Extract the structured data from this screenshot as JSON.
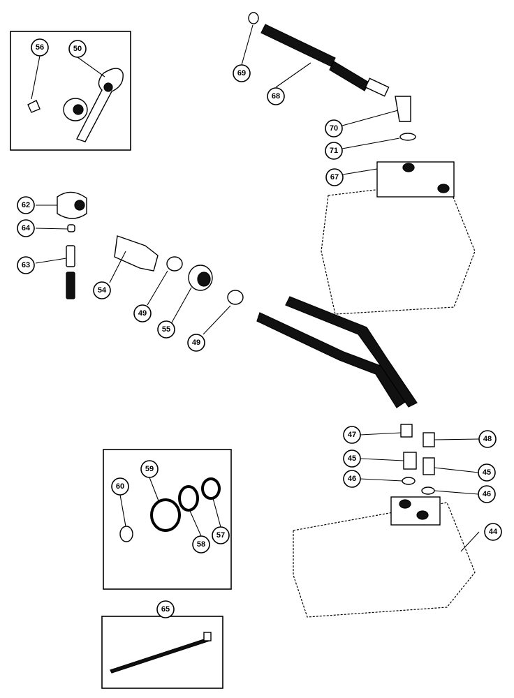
{
  "callouts": {
    "c56": "56",
    "c50": "50",
    "c69": "69",
    "c68": "68",
    "c70": "70",
    "c71": "71",
    "c67": "67",
    "c62": "62",
    "c64": "64",
    "c63": "63",
    "c54": "54",
    "c49a": "49",
    "c55": "55",
    "c49b": "49",
    "c47": "47",
    "c48": "48",
    "c45a": "45",
    "c45b": "45",
    "c46a": "46",
    "c46b": "46",
    "c44": "44",
    "c60": "60",
    "c59": "59",
    "c58": "58",
    "c57": "57",
    "c65": "65"
  }
}
